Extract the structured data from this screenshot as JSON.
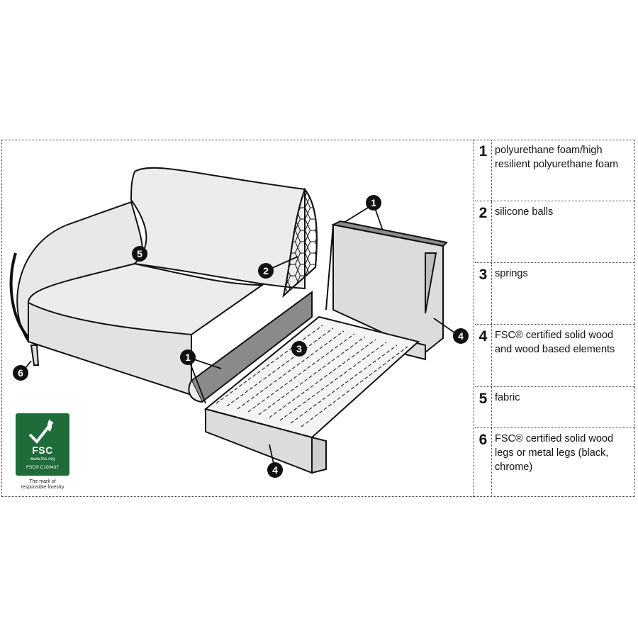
{
  "legend": [
    {
      "num": "1",
      "text": "polyurethane foam/high resilient polyurethane foam"
    },
    {
      "num": "2",
      "text": "silicone balls"
    },
    {
      "num": "3",
      "text": "springs"
    },
    {
      "num": "4",
      "text": "FSC® certified solid wood and wood based elements"
    },
    {
      "num": "5",
      "text": "fabric"
    },
    {
      "num": "6",
      "text": "FSC® certified solid wood legs or metal legs (black, chrome)"
    }
  ],
  "callouts": [
    "1",
    "1",
    "2",
    "3",
    "4",
    "4",
    "5",
    "6"
  ],
  "fsc": {
    "name": "FSC",
    "site": "www.fsc.org",
    "code": "FSC® C100437",
    "tagline_1": "The mark of",
    "tagline_2": "responsible forestry"
  },
  "colors": {
    "fsc_green": "#1f6b3a",
    "foam_gray": "#8a8a8a",
    "wood_light": "#dcdcdc"
  }
}
